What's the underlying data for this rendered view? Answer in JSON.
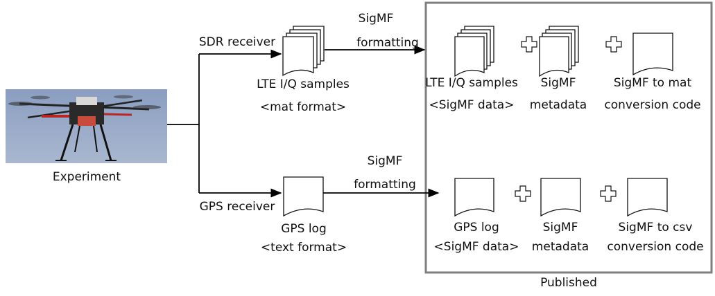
{
  "experiment": {
    "label": "Experiment",
    "photo_icon": "drone-photo"
  },
  "top_path": {
    "receiver": "SDR receiver",
    "formatting": [
      "SigMF",
      "formatting"
    ],
    "source_doc": [
      "LTE I/Q samples",
      "<mat format>"
    ]
  },
  "bottom_path": {
    "receiver": "GPS receiver",
    "formatting": [
      "SigMF",
      "formatting"
    ],
    "source_doc": [
      "GPS log",
      "<text format>"
    ]
  },
  "published": {
    "label": "Published",
    "top_outputs": [
      [
        "LTE I/Q samples",
        "<SigMF data>"
      ],
      [
        "SigMF",
        "metadata"
      ],
      [
        "SigMF to mat",
        "conversion code"
      ]
    ],
    "bottom_outputs": [
      [
        "GPS log",
        "<SigMF data>"
      ],
      [
        "SigMF",
        "metadata"
      ],
      [
        "SigMF to csv",
        "conversion code"
      ]
    ]
  },
  "colors": {
    "published_border": "#7f7f7f",
    "line": "#000000",
    "sky_top": "#8b9ec1",
    "sky_bottom": "#a9b7cf"
  }
}
